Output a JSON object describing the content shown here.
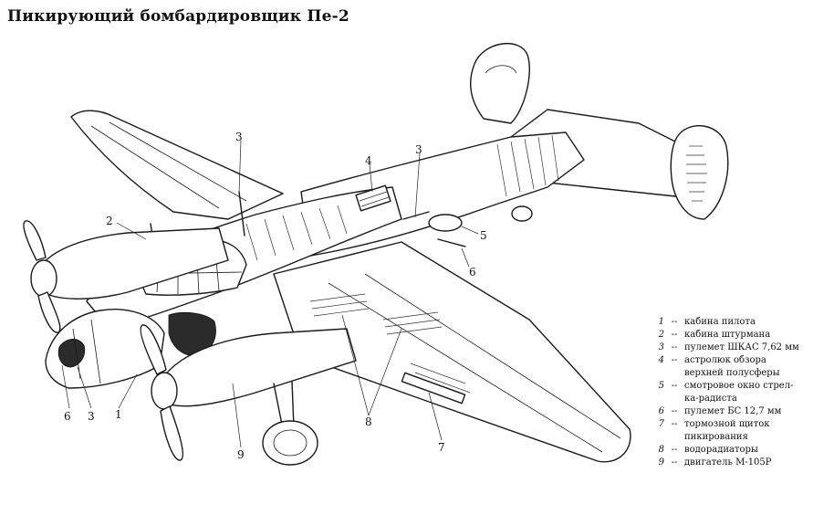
{
  "title": "Пикирующий бомбардировщик Пе-2",
  "callouts": {
    "c2": "2",
    "c3_top_left": "3",
    "c4": "4",
    "c3_top_right": "3",
    "c5": "5",
    "c6_right": "6",
    "c6_left": "6",
    "c3_bottom": "3",
    "c1": "1",
    "c9": "9",
    "c8": "8",
    "c7": "7"
  },
  "legend": {
    "separator": "--",
    "items": [
      {
        "num": "1",
        "text": "кабина пилота",
        "cont": ""
      },
      {
        "num": "2",
        "text": "кабина штурмана",
        "cont": ""
      },
      {
        "num": "3",
        "text": "пулемет ШКАС 7,62 мм",
        "cont": ""
      },
      {
        "num": "4",
        "text": "астролюк обзора",
        "cont": "верхней полусферы"
      },
      {
        "num": "5",
        "text": "смотровое окно стрел-",
        "cont": "ка-радиста"
      },
      {
        "num": "6",
        "text": "пулемет БС 12,7 мм",
        "cont": ""
      },
      {
        "num": "7",
        "text": "тормозной щиток",
        "cont": "пикирования"
      },
      {
        "num": "8",
        "text": "водорадиаторы",
        "cont": ""
      },
      {
        "num": "9",
        "text": "двигатель М-105Р",
        "cont": ""
      }
    ]
  }
}
